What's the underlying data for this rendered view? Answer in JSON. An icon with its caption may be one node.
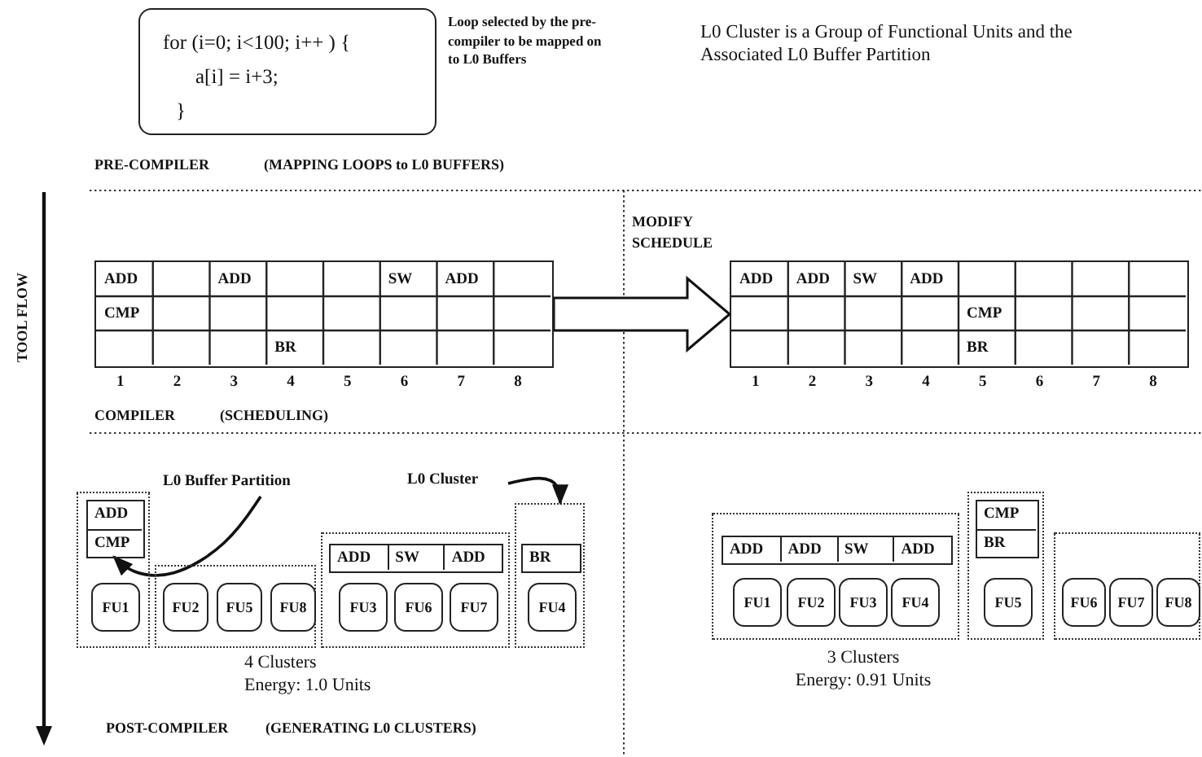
{
  "diagram": {
    "nodes": [
      {
        "text": [
          "for (i=0; i<100; i++ ) {",
          "a[i] = i+3;",
          "}"
        ],
        "beside": [
          "Loop selected by the pre-compiler to be mapped on to L0 Buffers"
        ]
      },
      {
        "text": [
          "ADD",
          "ADD",
          "SW",
          "ADD",
          "CMP",
          "BR"
        ],
        "beside": [
          "1",
          "2",
          "3",
          "4",
          "5",
          "6",
          "7",
          "8"
        ]
      },
      {
        "text": [
          "ADD",
          "ADD",
          "SW",
          "ADD",
          "CMP",
          "BR"
        ],
        "beside": [
          "1",
          "2",
          "3",
          "4",
          "5",
          "6",
          "7",
          "8"
        ]
      },
      {
        "text": [
          "L0 Buffer Partition"
        ]
      },
      {
        "text": [
          "L0 Cluster"
        ]
      },
      {
        "text": [],
        "shape": "box"
      },
      {
        "text": [
          "ADD",
          "CMP"
        ],
        "in": 5
      },
      {
        "text": [
          "FU1"
        ],
        "in": 5
      },
      {
        "text": [],
        "shape": "box"
      },
      {
        "text": [
          "FU2"
        ],
        "in": 8
      },
      {
        "text": [
          "FU5"
        ],
        "in": 8
      },
      {
        "text": [
          "FU8"
        ],
        "in": 8
      },
      {
        "text": [],
        "shape": "box"
      },
      {
        "text": [
          "ADD",
          "SW",
          "ADD"
        ],
        "in": 12
      },
      {
        "text": [
          "FU3"
        ],
        "in": 12
      },
      {
        "text": [
          "FU6"
        ],
        "in": 12
      },
      {
        "text": [
          "FU7"
        ],
        "in": 12
      },
      {
        "text": [],
        "shape": "box"
      },
      {
        "text": [
          "BR"
        ],
        "in": 17
      },
      {
        "text": [
          "FU4"
        ],
        "in": 17
      },
      {
        "text": [],
        "shape": "box"
      },
      {
        "text": [
          "ADD",
          "ADD",
          "SW",
          "ADD"
        ],
        "in": 20
      },
      {
        "text": [
          "FU1"
        ],
        "in": 20
      },
      {
        "text": [
          "FU2"
        ],
        "in": 20
      },
      {
        "text": [
          "FU3"
        ],
        "in": 20
      },
      {
        "text": [
          "FU4"
        ],
        "in": 20
      },
      {
        "text": [],
        "shape": "box"
      },
      {
        "text": [
          "CMP",
          "BR"
        ],
        "in": 26
      },
      {
        "text": [
          "FU5"
        ],
        "in": 26
      },
      {
        "text": [],
        "shape": "box"
      },
      {
        "text": [
          "FU6"
        ],
        "in": 29
      },
      {
        "text": [
          "FU7"
        ],
        "in": 29
      },
      {
        "text": [
          "FU8"
        ],
        "in": 29
      }
    ],
    "edges": [
      {
        "from": 1,
        "to": 2,
        "arrow": "to",
        "label": "MODIFY SCHEDULE",
        "style": "thick"
      },
      {
        "from": 3,
        "to": 6,
        "arrow": "to"
      },
      {
        "from": 4,
        "to": 17,
        "arrow": "to"
      }
    ],
    "labels": [
      "L0 Cluster is a Group of Functional Units and the Associated L0 Buffer Partition",
      "PRE-COMPILER",
      "(MAPPING LOOPS to L0 BUFFERS)",
      "TOOL FLOW",
      "COMPILER",
      "(SCHEDULING)",
      "4 Clusters",
      "Energy: 1.0 Units",
      "3 Clusters",
      "Energy: 0.91 Units",
      "POST-COMPILER",
      "(GENERATING L0 CLUSTERS)"
    ]
  }
}
